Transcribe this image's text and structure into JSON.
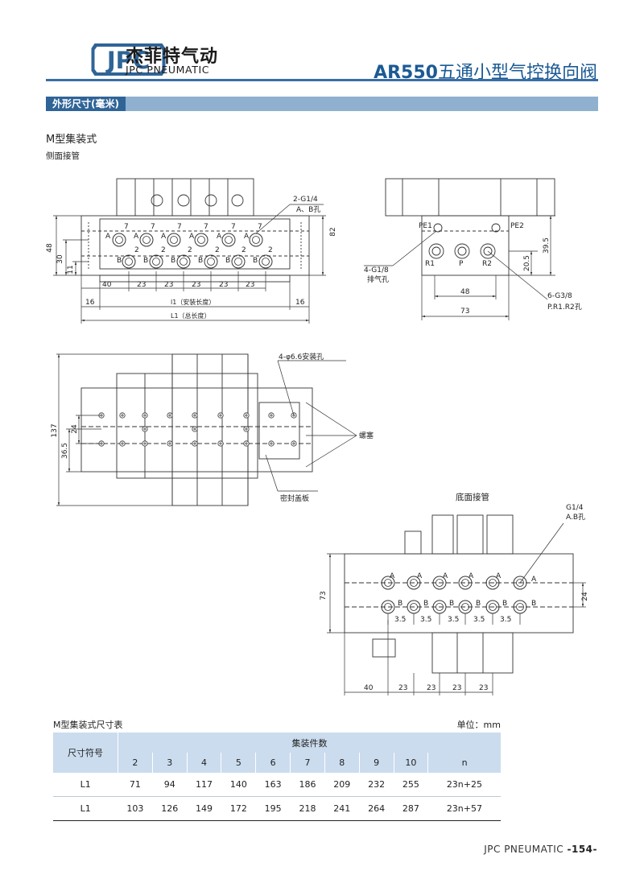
{
  "brand": {
    "logo_text": "JPC",
    "name_cn": "杰菲特气动",
    "name_en": "JPC PNEUMATIC"
  },
  "title": {
    "model": "AR550",
    "name": "五通小型气控换向阀"
  },
  "section": {
    "tag": "外形尺寸(毫米)"
  },
  "subtitle": "M型集装式",
  "side_label": "侧面接管",
  "bottom_label": "底面接管",
  "colors": {
    "brand_blue": "#2f6497",
    "bar_light": "#8fb1cf",
    "title_blue": "#1b5a94",
    "table_header": "#cbdcee"
  },
  "front_view": {
    "callout_port": "2-G1/4",
    "callout_port_sub": "A、B孔",
    "port_a": "A",
    "port_b": "B",
    "num7": "7",
    "num2": "2",
    "height_82": "82",
    "height_48": "48",
    "height_30": "30",
    "height_11": "11",
    "dim_40": "40",
    "dim_23": "23",
    "dim_16": "16",
    "l1_install": "l1（安装长度）",
    "l1_total": "L1（总长度）"
  },
  "side_view": {
    "pe1": "PE1",
    "pe2": "PE2",
    "r1": "R1",
    "p": "P",
    "r2": "R2",
    "exhaust": "4-G1/8",
    "exhaust_sub": "排气孔",
    "dim_20_5": "20.5",
    "dim_39_5": "39.5",
    "dim_48": "48",
    "dim_73": "73",
    "ports": "6-G3/8",
    "ports_sub": "P.R1.R2孔"
  },
  "top_view": {
    "mount": "4-φ6.6安装孔",
    "dim_137": "137",
    "dim_36_5": "36.5",
    "dim_24": "24",
    "plug": "螺塞",
    "cover": "密封盖板"
  },
  "bottom_view": {
    "port": "G1/4",
    "port_sub": "A.B孔",
    "dim_73": "73",
    "dim_24": "24",
    "dim_3_5": "3.5",
    "dim_40": "40",
    "dim_23": "23",
    "port_a": "A",
    "port_b": "B"
  },
  "table": {
    "title": "M型集装式尺寸表",
    "unit": "单位：mm",
    "col_label": "尺寸符号",
    "group_label": "集装件数",
    "counts": [
      "2",
      "3",
      "4",
      "5",
      "6",
      "7",
      "8",
      "9",
      "10",
      "n"
    ],
    "rows": [
      {
        "name": "L1",
        "values": [
          "71",
          "94",
          "117",
          "140",
          "163",
          "186",
          "209",
          "232",
          "255",
          "23n+25"
        ]
      },
      {
        "name": "L1",
        "values": [
          "103",
          "126",
          "149",
          "172",
          "195",
          "218",
          "241",
          "264",
          "287",
          "23n+57"
        ]
      }
    ]
  },
  "footer": {
    "brand": "JPC PNEUMATIC",
    "page": "-154-"
  }
}
